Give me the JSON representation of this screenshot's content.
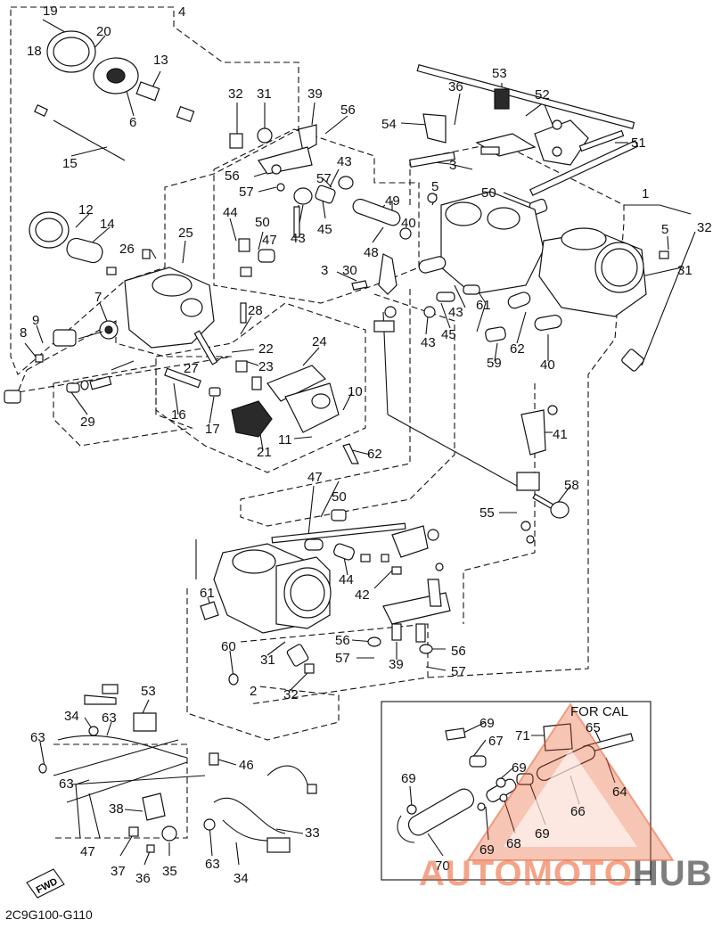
{
  "diagram": {
    "ref_code": "2C9G100-G110",
    "cal_label": "FOR CAL",
    "fwd_label": "FWD",
    "watermark": {
      "left": "AUTOMOTO",
      "right": "HUB",
      "color": "#e85a28"
    },
    "callouts": [
      "1",
      "2",
      "3",
      "4",
      "5",
      "6",
      "7",
      "8",
      "9",
      "10",
      "11",
      "12",
      "13",
      "14",
      "15",
      "16",
      "17",
      "18",
      "19",
      "20",
      "21",
      "22",
      "23",
      "24",
      "25",
      "26",
      "27",
      "28",
      "29",
      "30",
      "31",
      "32",
      "33",
      "34",
      "35",
      "36",
      "37",
      "38",
      "39",
      "40",
      "41",
      "42",
      "43",
      "44",
      "45",
      "46",
      "47",
      "48",
      "49",
      "50",
      "51",
      "52",
      "53",
      "54",
      "55",
      "56",
      "57",
      "58",
      "59",
      "60",
      "61",
      "62",
      "63",
      "64",
      "65",
      "66",
      "67",
      "68",
      "69",
      "70",
      "71"
    ]
  }
}
